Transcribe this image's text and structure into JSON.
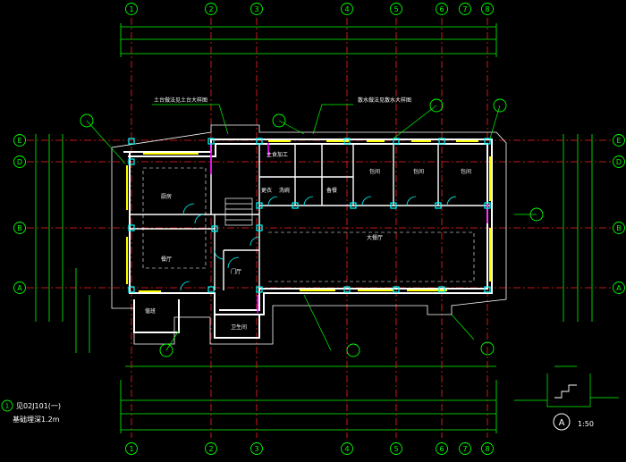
{
  "colors": {
    "background": "#000000",
    "wall": "#ffffff",
    "dimension": "#00ff00",
    "axis_grid": "#ff2020",
    "window": "#ffff00",
    "door": "#00ffff",
    "column": "#00ffff",
    "label": "#ffffff",
    "highlight": "#ff00ff"
  },
  "axes_horizontal": [
    "1",
    "2",
    "3",
    "4",
    "5",
    "6",
    "7",
    "8"
  ],
  "axes_vertical": [
    "E",
    "D",
    "B",
    "A"
  ],
  "notes": {
    "left_note_1": "见02J101(一)",
    "left_note_2": "基础埋深1.2m",
    "detail_id": "A",
    "detail_scale": "1:50",
    "callout_top_left": "土台做法见土台大样图",
    "callout_top_right": "散水做法见散水大样图"
  },
  "rooms": [
    {
      "label": "厨房"
    },
    {
      "label": "餐厅"
    },
    {
      "label": "大餐厅"
    },
    {
      "label": "包间"
    },
    {
      "label": "包间"
    },
    {
      "label": "包间"
    },
    {
      "label": "主食加工"
    },
    {
      "label": "更衣"
    },
    {
      "label": "洗碗"
    },
    {
      "label": "备餐"
    },
    {
      "label": "门厅"
    },
    {
      "label": "值班"
    },
    {
      "label": "卫生间"
    }
  ]
}
